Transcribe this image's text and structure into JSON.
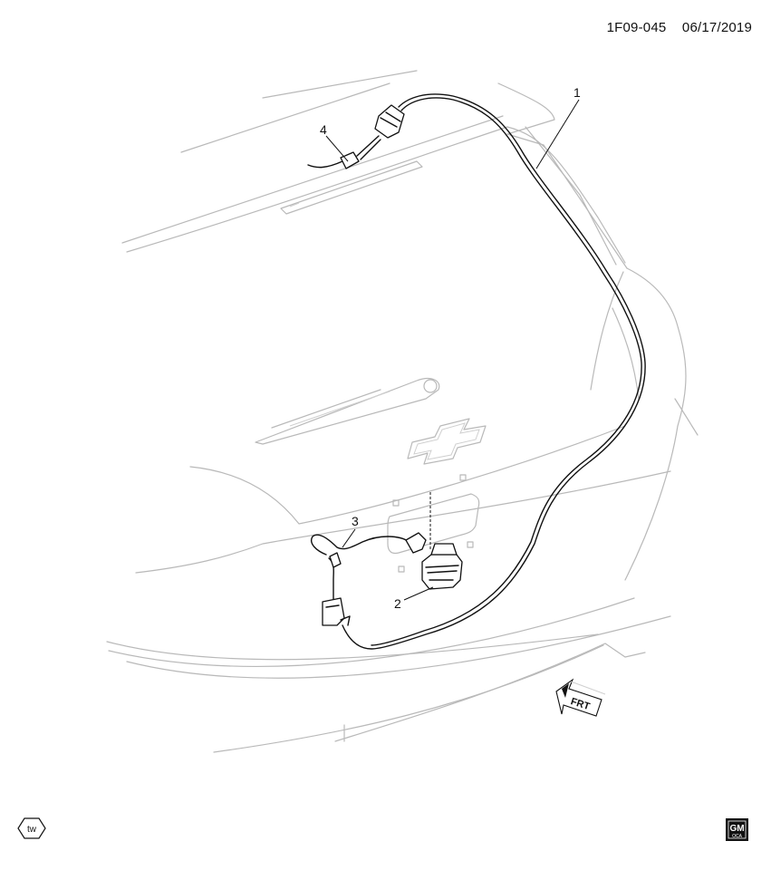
{
  "header": {
    "diagram_id": "1F09-045",
    "date": "06/17/2019"
  },
  "callouts": [
    {
      "number": "1"
    },
    {
      "number": "2"
    },
    {
      "number": "3"
    },
    {
      "number": "4"
    }
  ],
  "direction_arrow": {
    "label": "FRT"
  },
  "badges": {
    "tw": "tw",
    "gm": "GM",
    "gm_sub": "OCA"
  },
  "colors": {
    "line_art": "#111111",
    "ghost": "#b9b9b9",
    "background": "#ffffff"
  }
}
